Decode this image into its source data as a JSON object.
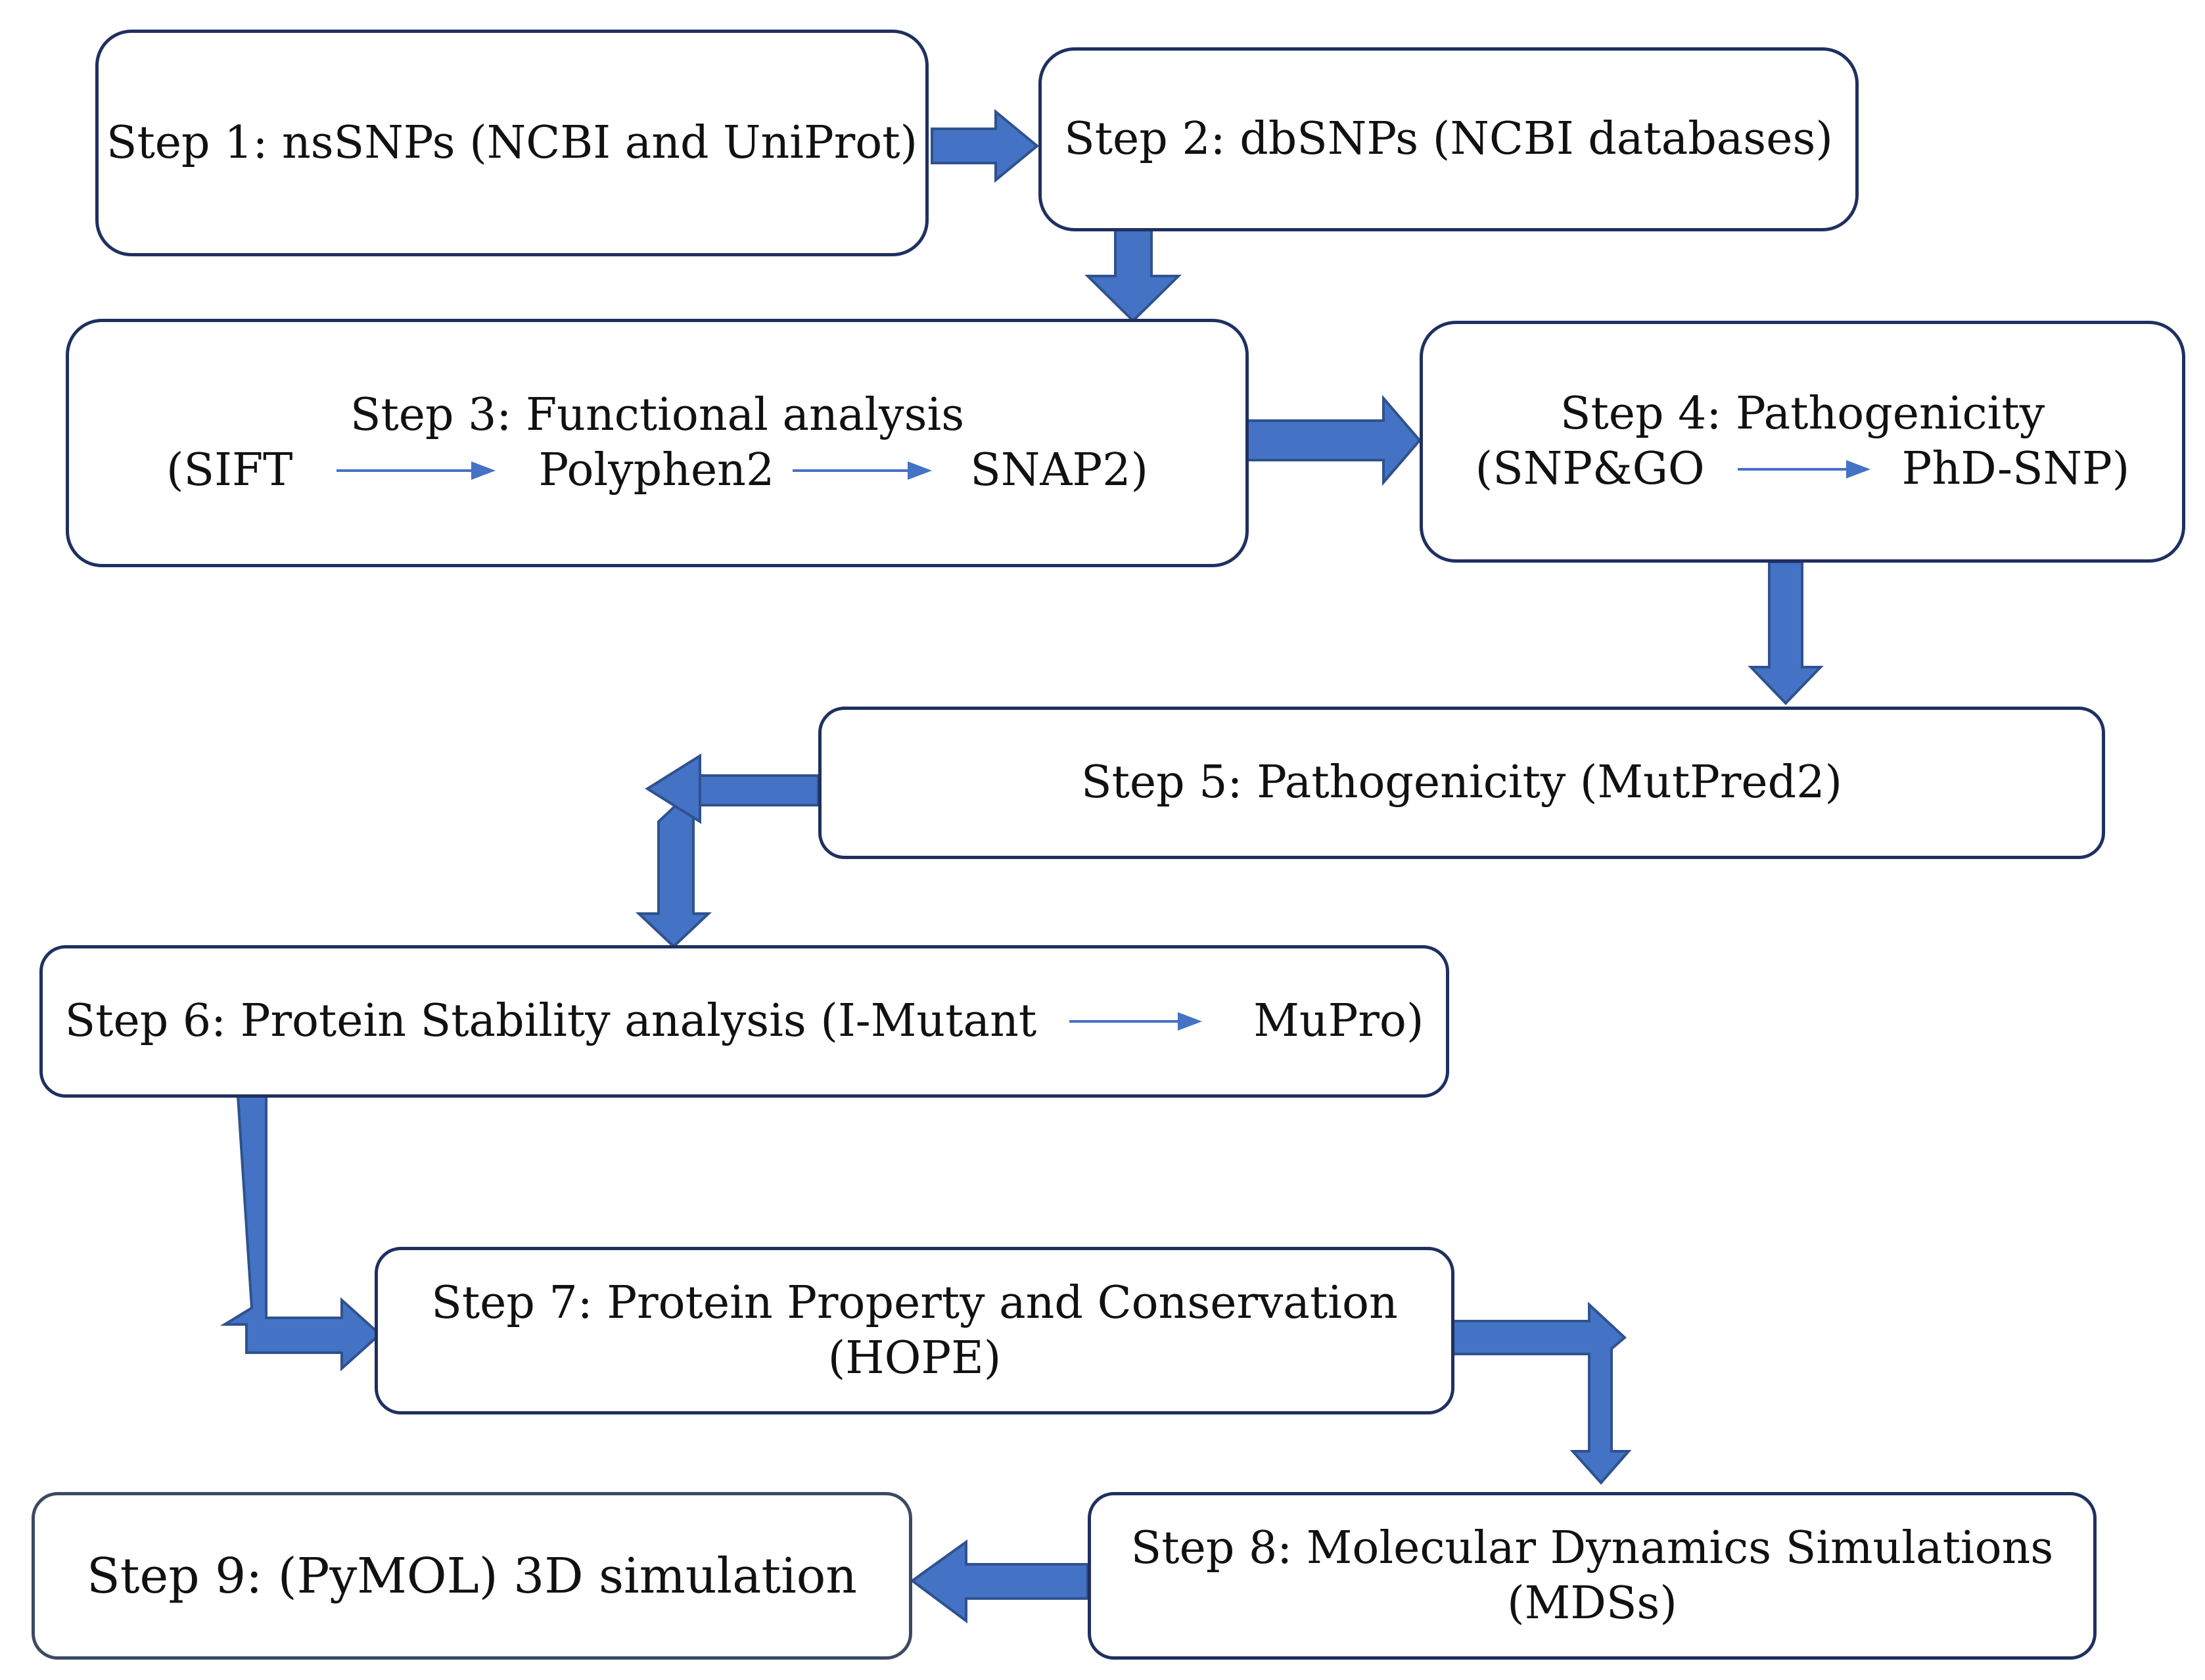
{
  "colors": {
    "arrow_fill": "#4472c4",
    "arrow_stroke": "#2f528f",
    "box_border": "#1f3060"
  },
  "steps": [
    {
      "id": "step1",
      "text": "Step 1: nsSNPs (NCBI and UniProt)"
    },
    {
      "id": "step2",
      "text": "Step 2: dbSNPs (NCBI databases)"
    },
    {
      "id": "step3",
      "title": "Step 3: Functional analysis",
      "tools": [
        "(SIFT",
        "Polyphen2",
        "SNAP2)"
      ]
    },
    {
      "id": "step4",
      "title": "Step 4: Pathogenicity",
      "tools": [
        "(SNP&GO",
        "PhD-SNP)"
      ]
    },
    {
      "id": "step5",
      "text": "Step 5: Pathogenicity (MutPred2)"
    },
    {
      "id": "step6",
      "lead": "Step 6: Protein Stability analysis (I-Mutant",
      "tail": "MuPro)"
    },
    {
      "id": "step7",
      "line1": "Step 7: Protein Property and Conservation",
      "line2": "(HOPE)"
    },
    {
      "id": "step8",
      "line1": "Step 8: Molecular Dynamics Simulations",
      "line2": "(MDSs)"
    },
    {
      "id": "step9",
      "text": "Step 9: (PyMOL) 3D simulation"
    }
  ]
}
